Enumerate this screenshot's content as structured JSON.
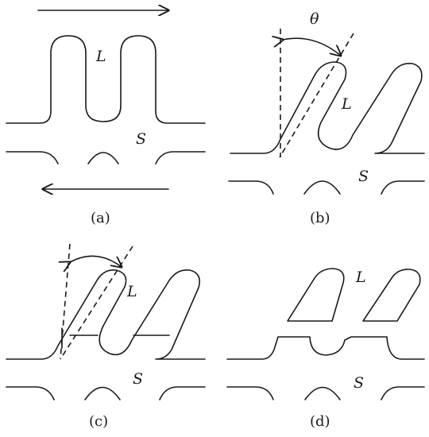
{
  "panels": [
    {
      "id": "a",
      "caption": "(a)",
      "liquid": "L",
      "solid": "S"
    },
    {
      "id": "b",
      "caption": "(b)",
      "liquid": "L",
      "solid": "S",
      "angle": "θ"
    },
    {
      "id": "c",
      "caption": "(c)",
      "liquid": "L",
      "solid": "S"
    },
    {
      "id": "d",
      "caption": "(d)",
      "liquid": "L",
      "solid": "S"
    }
  ]
}
